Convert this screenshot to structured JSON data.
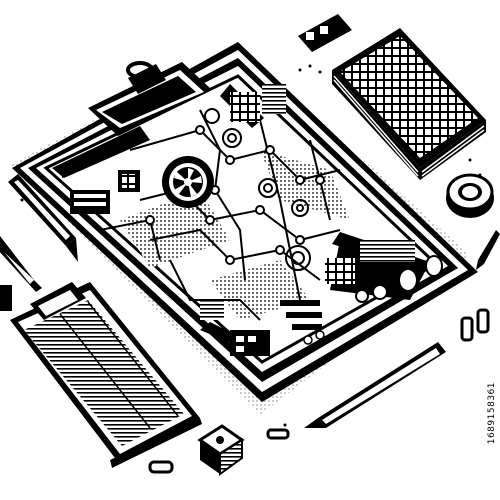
{
  "image": {
    "subject": "",
    "stock_id": "1689158361",
    "colors": {
      "ink": "#000000",
      "paper": "#ffffff"
    }
  },
  "objects": [
    {
      "name": "clipboard-with-circuit-schematic"
    },
    {
      "name": "notebook-stack"
    },
    {
      "name": "tape-roll"
    },
    {
      "name": "small-clipboard-form"
    },
    {
      "name": "pencil"
    },
    {
      "name": "pen"
    },
    {
      "name": "eraser"
    },
    {
      "name": "paper-clips"
    }
  ]
}
